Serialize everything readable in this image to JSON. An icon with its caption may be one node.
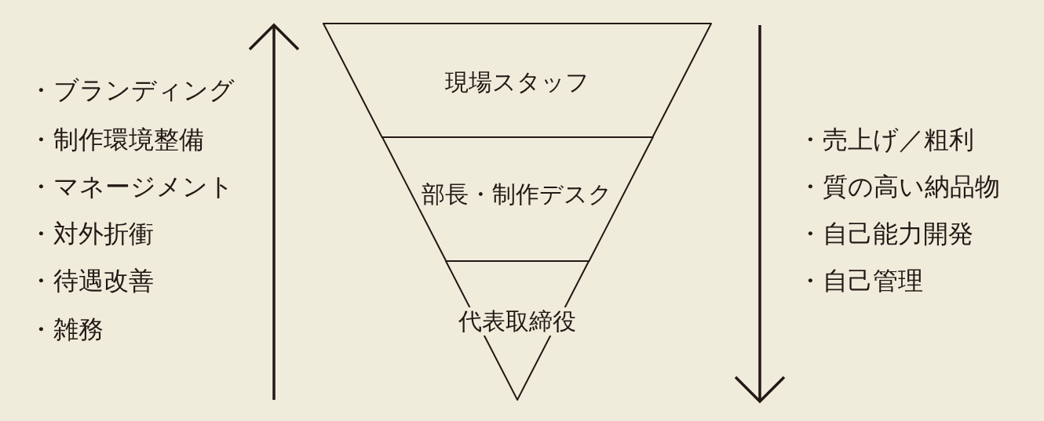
{
  "diagram": {
    "nodes": [
      {
        "text": [
          "現場スタッフ"
        ]
      },
      {
        "text": [
          "部長・制作デスク"
        ]
      },
      {
        "text": [
          "代表取締役"
        ]
      }
    ],
    "labels": [
      "・ブランディング",
      "・制作環境整備",
      "・マネージメント",
      "・対外折衝",
      "・待遇改善",
      "・雑務",
      "・売上げ／粗利",
      "・質の高い納品物",
      "・自己能力開発",
      "・自己管理"
    ]
  }
}
